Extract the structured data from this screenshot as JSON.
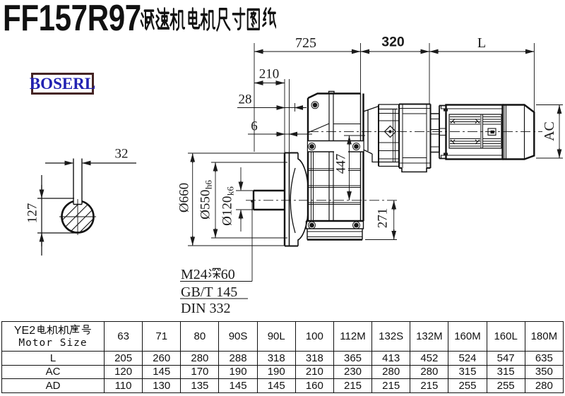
{
  "page": {
    "title": "FF157R97减速机电机尺寸图纸"
  },
  "logo": {
    "text": "BOSERL",
    "text_color": "#2222b2",
    "border_color": "#452424"
  },
  "drawing": {
    "top_dims": {
      "d725": "725",
      "d320": "320",
      "dL": "L"
    },
    "left_dims": {
      "d210": "210",
      "d28": "28",
      "d6": "6"
    },
    "diameter_dims": {
      "d660": "Ø660",
      "d550": "Ø550",
      "d550_tol": "h6",
      "d120": "Ø120",
      "d120_tol": "k6"
    },
    "vertical_dims": {
      "d447": "447",
      "d271": "271",
      "dAC": "AC"
    },
    "shaft_view": {
      "d32": "32",
      "d127": "127"
    },
    "notes": [
      "M24深60",
      "GB/T 145",
      "DIN 332"
    ]
  },
  "table": {
    "header_cn": "YE2电机机座号",
    "header_en": "Motor Size",
    "sizes": [
      "63",
      "71",
      "80",
      "90S",
      "90L",
      "100",
      "112M",
      "132S",
      "132M",
      "160M",
      "160L",
      "180M"
    ],
    "rows": [
      {
        "label": "L",
        "values": [
          "205",
          "260",
          "280",
          "288",
          "318",
          "318",
          "365",
          "413",
          "452",
          "524",
          "547",
          "635"
        ]
      },
      {
        "label": "AC",
        "values": [
          "120",
          "145",
          "170",
          "190",
          "190",
          "210",
          "230",
          "280",
          "280",
          "315",
          "315",
          "350"
        ]
      },
      {
        "label": "AD",
        "values": [
          "110",
          "130",
          "135",
          "145",
          "145",
          "160",
          "215",
          "215",
          "215",
          "255",
          "255",
          "280"
        ]
      }
    ]
  }
}
